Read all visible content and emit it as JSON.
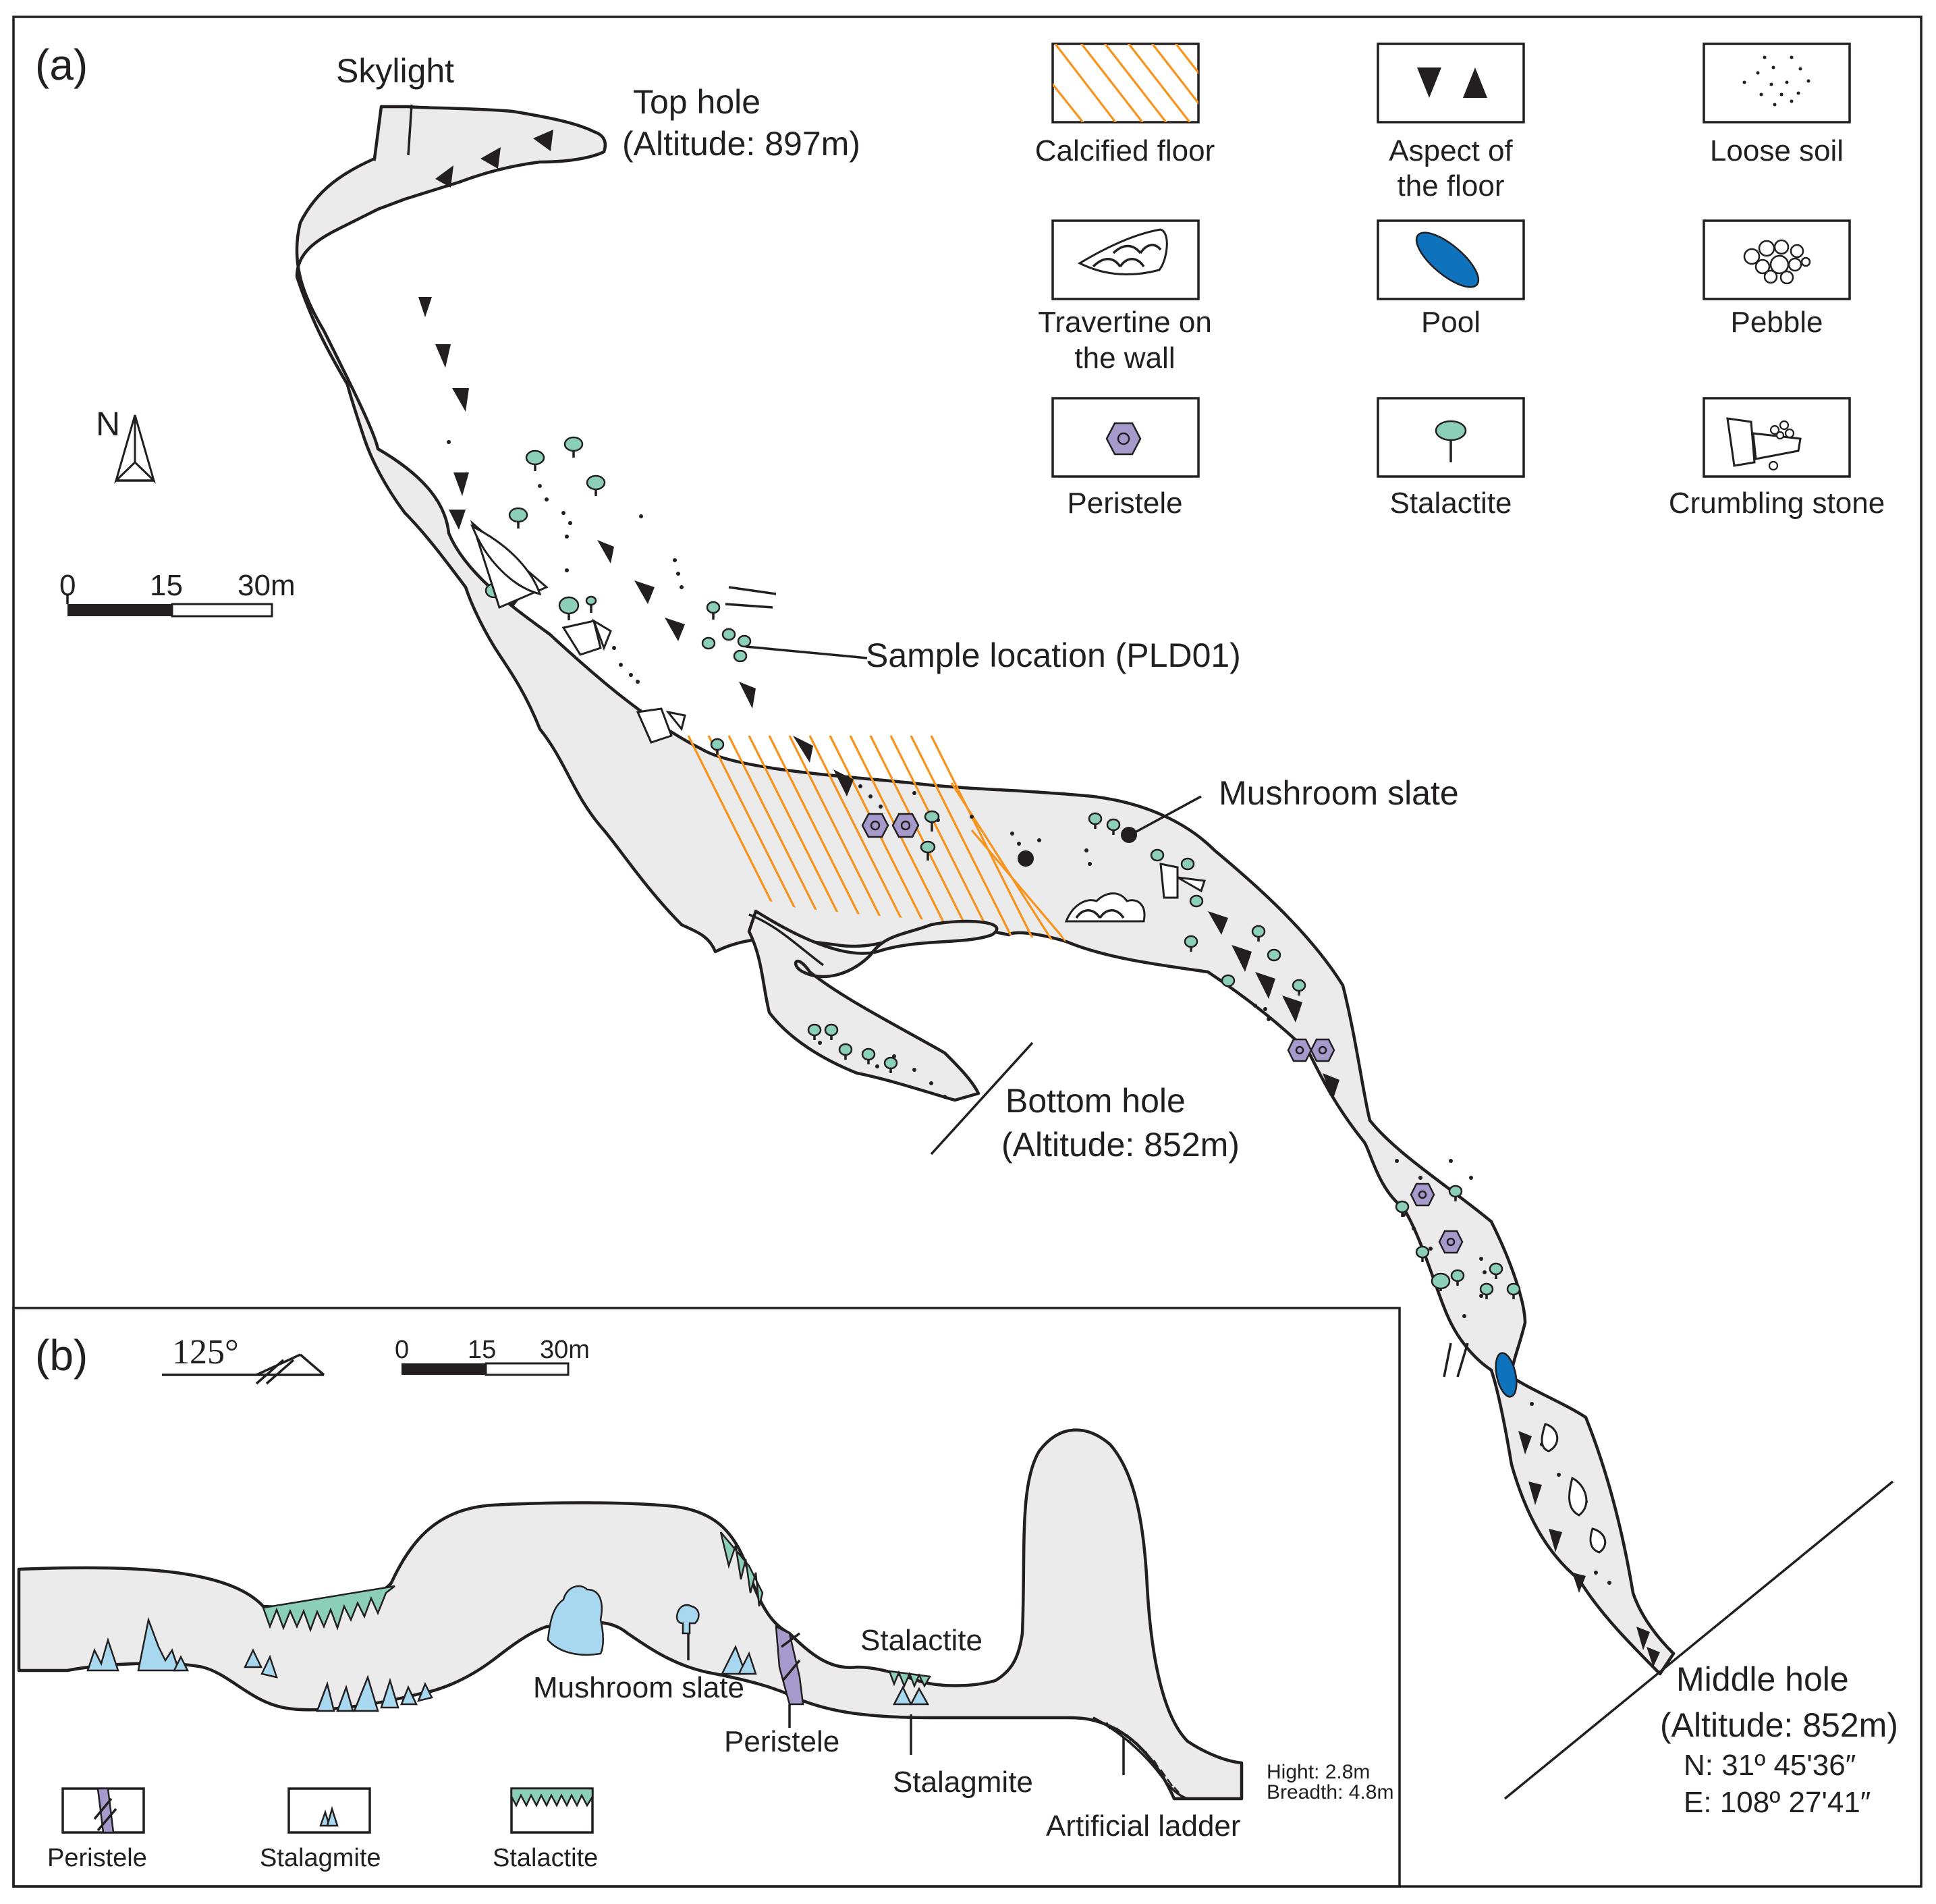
{
  "panel_a": {
    "label": "(a)",
    "north": "N",
    "scale": {
      "ticks": [
        "0",
        "15",
        "30m"
      ]
    },
    "labels": {
      "skylight": "Skylight",
      "top_hole": "Top hole",
      "top_altitude": "(Altitude: 897m)",
      "sample": "Sample  location (PLD01)",
      "mushroom": "Mushroom slate",
      "bottom_hole": "Bottom hole",
      "bottom_altitude": "(Altitude: 852m)",
      "middle_hole": "Middle hole",
      "middle_altitude": "(Altitude: 852m)",
      "lat": "N: 31º  45'36″",
      "lon": "E: 108º  27'41″"
    },
    "legend": [
      {
        "key": "calcified",
        "label": "Calcified floor",
        "icon": "orange-hatch"
      },
      {
        "key": "aspect",
        "label": "Aspect of",
        "label2": "the floor",
        "icon": "triangles"
      },
      {
        "key": "soil",
        "label": "Loose soil",
        "icon": "dots"
      },
      {
        "key": "travertine",
        "label": "Travertine on",
        "label2": "the wall",
        "icon": "travertine"
      },
      {
        "key": "pool",
        "label": "Pool",
        "icon": "pool",
        "color": "#0e72bd"
      },
      {
        "key": "pebble",
        "label": "Pebble",
        "icon": "pebbles"
      },
      {
        "key": "peristele",
        "label": "Peristele",
        "icon": "hexagon",
        "color": "#a49bcc"
      },
      {
        "key": "stalactite",
        "label": "Stalactite",
        "icon": "stalactite-pin",
        "color": "#8ccfb8"
      },
      {
        "key": "crumbling",
        "label": "Crumbling stone",
        "icon": "blocks"
      }
    ]
  },
  "panel_b": {
    "label": "(b)",
    "bearing": "125°",
    "scale": {
      "ticks": [
        "0",
        "15",
        "30m"
      ]
    },
    "labels": {
      "mushroom": "Mushroom slate",
      "peristele": "Peristele",
      "stalactite": "Stalactite",
      "stalagmite": "Stalagmite",
      "ladder": "Artificial ladder",
      "hight": "Hight: 2.8m",
      "breadth": "Breadth: 4.8m"
    },
    "legend": [
      {
        "key": "peristele",
        "label": "Peristele"
      },
      {
        "key": "stalagmite",
        "label": "Stalagmite"
      },
      {
        "key": "stalactite",
        "label": "Stalactite"
      }
    ]
  }
}
